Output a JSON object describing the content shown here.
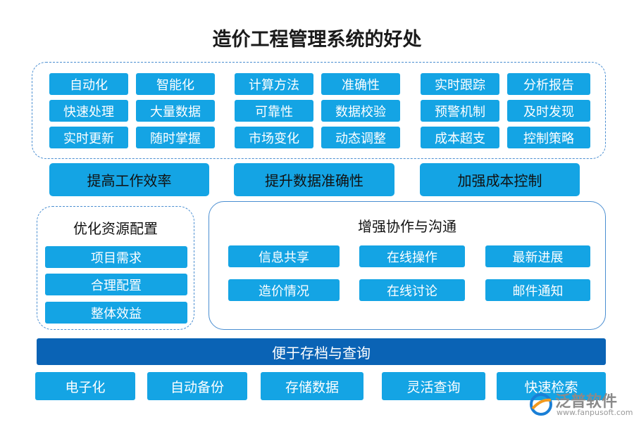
{
  "title": "造价工程管理系统的好处",
  "top_group": {
    "col1": [
      "自动化",
      "智能化",
      "快速处理",
      "大量数据",
      "实时更新",
      "随时掌握"
    ],
    "col2": [
      "计算方法",
      "准确性",
      "可靠性",
      "数据校验",
      "市场变化",
      "动态调整"
    ],
    "col3": [
      "实时跟踪",
      "分析报告",
      "预警机制",
      "及时发现",
      "成本超支",
      "控制策略"
    ]
  },
  "benefits": [
    "提高工作效率",
    "提升数据准确性",
    "加强成本控制"
  ],
  "resource": {
    "heading": "优化资源配置",
    "items": [
      "项目需求",
      "合理配置",
      "整体效益"
    ]
  },
  "collab": {
    "heading": "增强协作与沟通",
    "items": [
      "信息共享",
      "在线操作",
      "最新进展",
      "造价情况",
      "在线讨论",
      "邮件通知"
    ]
  },
  "archive": {
    "heading": "便于存档与查询",
    "items": [
      "电子化",
      "自动备份",
      "存储数据",
      "灵活查询",
      "快速检索"
    ]
  },
  "logo": {
    "name": "泛普软件",
    "url": "www.fanpusoft.com",
    "colors": {
      "blue": "#1a7fd6",
      "orange": "#f39a1e"
    }
  }
}
